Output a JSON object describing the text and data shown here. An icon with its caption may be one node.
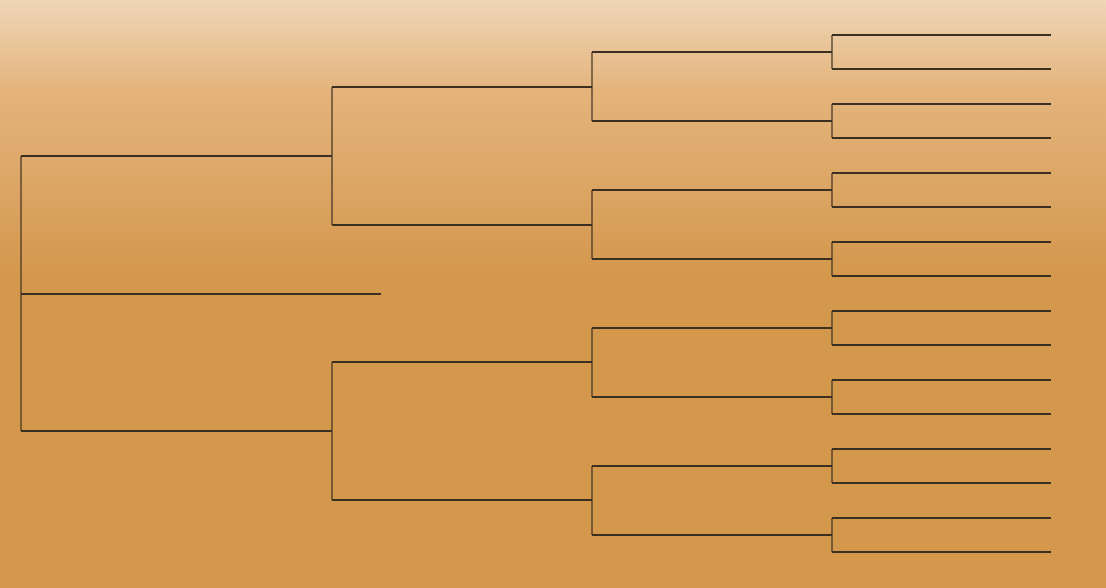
{
  "diagram": {
    "nodes": [
      {
        "text": [],
        "shape": "bar"
      },
      {
        "text": [],
        "shape": "bar"
      },
      {
        "text": [],
        "shape": "bar"
      },
      {
        "text": [],
        "shape": "bar"
      },
      {
        "text": [],
        "shape": "bar"
      },
      {
        "text": [],
        "shape": "bar"
      },
      {
        "text": [],
        "shape": "bar"
      },
      {
        "text": [],
        "shape": "bar"
      },
      {
        "text": [],
        "shape": "bar"
      },
      {
        "text": [],
        "shape": "bar"
      },
      {
        "text": [],
        "shape": "bar"
      },
      {
        "text": [],
        "shape": "bar"
      },
      {
        "text": [],
        "shape": "bar"
      },
      {
        "text": [],
        "shape": "bar"
      },
      {
        "text": [],
        "shape": "bar"
      },
      {
        "text": [],
        "shape": "bar"
      },
      {
        "text": [],
        "shape": "bar"
      },
      {
        "text": [],
        "shape": "bar"
      },
      {
        "text": [],
        "shape": "bar"
      },
      {
        "text": [],
        "shape": "bar"
      },
      {
        "text": [],
        "shape": "bar"
      },
      {
        "text": [],
        "shape": "bar"
      },
      {
        "text": [],
        "shape": "bar"
      },
      {
        "text": [],
        "shape": "bar"
      },
      {
        "text": [],
        "shape": "bar"
      },
      {
        "text": [],
        "shape": "bar"
      },
      {
        "text": [],
        "shape": "bar"
      },
      {
        "text": [],
        "shape": "bar"
      },
      {
        "text": [],
        "shape": "bar"
      },
      {
        "text": [],
        "shape": "bar"
      },
      {
        "text": [],
        "shape": "bar"
      }
    ],
    "edges": [
      {
        "from": 0,
        "to": 1,
        "arrow": "none"
      },
      {
        "from": 0,
        "to": 2,
        "arrow": "none"
      },
      {
        "from": 1,
        "to": 3,
        "arrow": "none"
      },
      {
        "from": 1,
        "to": 4,
        "arrow": "none"
      },
      {
        "from": 2,
        "to": 5,
        "arrow": "none"
      },
      {
        "from": 2,
        "to": 6,
        "arrow": "none"
      },
      {
        "from": 3,
        "to": 7,
        "arrow": "none"
      },
      {
        "from": 3,
        "to": 8,
        "arrow": "none"
      },
      {
        "from": 4,
        "to": 9,
        "arrow": "none"
      },
      {
        "from": 4,
        "to": 10,
        "arrow": "none"
      },
      {
        "from": 5,
        "to": 11,
        "arrow": "none"
      },
      {
        "from": 5,
        "to": 12,
        "arrow": "none"
      },
      {
        "from": 6,
        "to": 13,
        "arrow": "none"
      },
      {
        "from": 6,
        "to": 14,
        "arrow": "none"
      },
      {
        "from": 7,
        "to": 15,
        "arrow": "none"
      },
      {
        "from": 7,
        "to": 16,
        "arrow": "none"
      },
      {
        "from": 8,
        "to": 17,
        "arrow": "none"
      },
      {
        "from": 8,
        "to": 18,
        "arrow": "none"
      },
      {
        "from": 9,
        "to": 19,
        "arrow": "none"
      },
      {
        "from": 9,
        "to": 20,
        "arrow": "none"
      },
      {
        "from": 10,
        "to": 21,
        "arrow": "none"
      },
      {
        "from": 10,
        "to": 22,
        "arrow": "none"
      },
      {
        "from": 11,
        "to": 23,
        "arrow": "none"
      },
      {
        "from": 11,
        "to": 24,
        "arrow": "none"
      },
      {
        "from": 12,
        "to": 25,
        "arrow": "none"
      },
      {
        "from": 12,
        "to": 26,
        "arrow": "none"
      },
      {
        "from": 13,
        "to": 27,
        "arrow": "none"
      },
      {
        "from": 13,
        "to": 28,
        "arrow": "none"
      },
      {
        "from": 14,
        "to": 29,
        "arrow": "none"
      },
      {
        "from": 14,
        "to": 30,
        "arrow": "none"
      }
    ]
  }
}
